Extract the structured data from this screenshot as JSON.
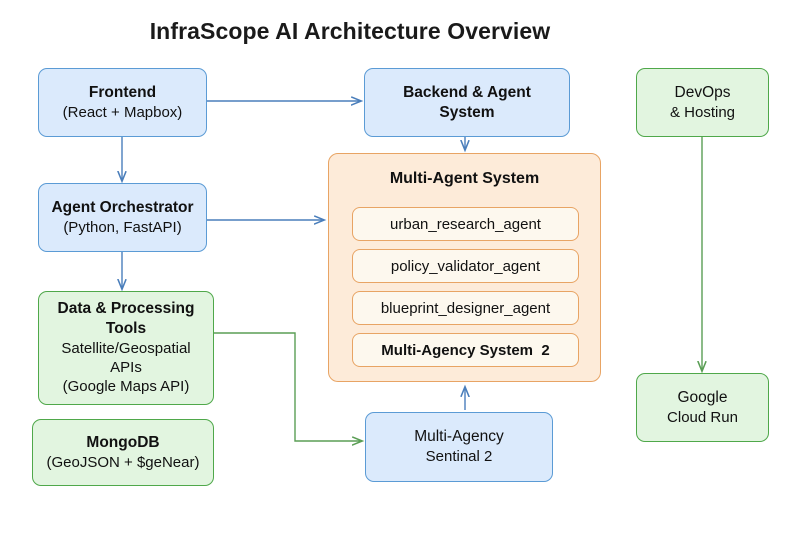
{
  "title": "InfraScope AI Architecture Overview",
  "colors": {
    "blue_fill": "#dbeafc",
    "blue_stroke": "#5b9bd5",
    "green_fill": "#e2f5e0",
    "green_stroke": "#4fa84a",
    "panel_fill": "#fdebd9",
    "panel_stroke": "#e8a464",
    "pill_fill": "#fdf8ee",
    "text": "#111111",
    "background": "#ffffff"
  },
  "nodes": {
    "frontend": {
      "main": "Frontend",
      "sub": "(React + Mapbox)"
    },
    "backend": {
      "main": "Backend & Agent",
      "sub": "System"
    },
    "devops": {
      "main": "DevOps",
      "sub": "& Hosting"
    },
    "orchestrator": {
      "main": "Agent Orchestrator",
      "sub": "(Python, FastAPI)"
    },
    "data_tools": {
      "main": "Data & Processing",
      "main2": "Tools",
      "sub1": "Satellite/Geospatial",
      "sub2": "APIs",
      "sub3": "(Google Maps API)"
    },
    "mongodb": {
      "main": "MongoDB",
      "sub": "(GeoJSON + $geNear)"
    },
    "sentinal": {
      "main": "Multi-Agency",
      "sub": "Sentinal 2"
    },
    "cloudrun": {
      "main": "Google",
      "sub": "Cloud Run"
    }
  },
  "multi_agent_panel": {
    "title": "Multi-Agent System",
    "agents": [
      {
        "label": "urban_research_agent",
        "bold": false
      },
      {
        "label": "policy_validator_agent",
        "bold": false
      },
      {
        "label": "blueprint_designer_agent",
        "bold": false
      },
      {
        "label": "Multi-Agency System  2",
        "bold": true
      }
    ]
  },
  "edges": [
    {
      "name": "frontend-to-backend",
      "from": "frontend",
      "to": "backend",
      "color": "#4a7ebb"
    },
    {
      "name": "frontend-to-orchestrator",
      "from": "frontend",
      "to": "orchestrator",
      "color": "#4a7ebb"
    },
    {
      "name": "backend-to-multi-agent-panel",
      "from": "backend",
      "to": "multi_agent_panel",
      "color": "#4a7ebb"
    },
    {
      "name": "orchestrator-to-multi-agent-panel",
      "from": "orchestrator",
      "to": "multi_agent_panel",
      "color": "#4a7ebb"
    },
    {
      "name": "orchestrator-to-data-tools",
      "from": "orchestrator",
      "to": "data_tools",
      "color": "#4a7ebb"
    },
    {
      "name": "data-tools-to-sentinal",
      "from": "data_tools",
      "to": "sentinal",
      "color": "#5a9e55"
    },
    {
      "name": "sentinal-to-multi-agent-panel",
      "from": "sentinal",
      "to": "multi_agent_panel",
      "color": "#4a7ebb"
    },
    {
      "name": "devops-to-cloudrun",
      "from": "devops",
      "to": "cloudrun",
      "color": "#5a9e55"
    }
  ]
}
